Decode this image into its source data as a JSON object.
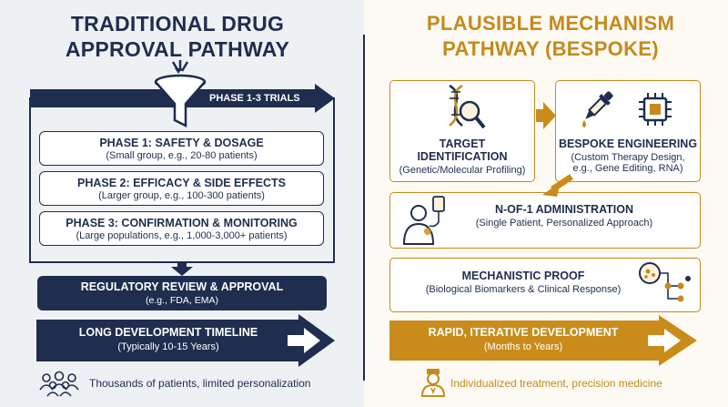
{
  "left": {
    "title_line1": "TRADITIONAL DRUG",
    "title_line2": "APPROVAL PATHWAY",
    "arrow_label": "PHASE 1-3 TRIALS",
    "phases": [
      {
        "title": "PHASE 1: SAFETY & DOSAGE",
        "desc": "(Small group, e.g., 20-80 patients)"
      },
      {
        "title": "PHASE 2: EFFICACY & SIDE EFFECTS",
        "desc": "(Larger group, e.g., 100-300 patients)"
      },
      {
        "title": "PHASE 3: CONFIRMATION & MONITORING",
        "desc": "(Large populations, e.g., 1,000-3,000+ patients)"
      }
    ],
    "review": {
      "title": "REGULATORY REVIEW & APPROVAL",
      "desc": "(e.g., FDA, EMA)"
    },
    "timeline": {
      "title": "LONG DEVELOPMENT TIMELINE",
      "desc": "(Typically 10-15 Years)"
    },
    "footer": "Thousands of patients, limited personalization"
  },
  "right": {
    "title_line1": "PLAUSIBLE MECHANISM",
    "title_line2": "PATHWAY (BESPOKE)",
    "target": {
      "title_line1": "TARGET",
      "title_line2": "IDENTIFICATION",
      "desc": "(Genetic/Molecular Profiling)"
    },
    "engineering": {
      "title": "BESPOKE ENGINEERING",
      "desc_line1": "(Custom Therapy Design,",
      "desc_line2": "e.g., Gene Editing, RNA)"
    },
    "administration": {
      "title": "N-OF-1 ADMINISTRATION",
      "desc": "(Single Patient, Personalized Approach)"
    },
    "proof": {
      "title": "MECHANISTIC PROOF",
      "desc": "(Biological Biomarkers & Clinical Response)"
    },
    "timeline": {
      "title": "RAPID, ITERATIVE DEVELOPMENT",
      "desc": "(Months to Years)"
    },
    "footer": "Individualized treatment, precision medicine"
  },
  "colors": {
    "navy": "#1f2d4e",
    "gold": "#c58a1b",
    "gold_fill": "#c98c1a"
  },
  "icons": [
    "funnel-icon",
    "dna-magnifier-icon",
    "dropper-icon",
    "chip-icon",
    "patient-iv-icon",
    "cell-network-icon",
    "crowd-icon",
    "doctor-icon"
  ]
}
